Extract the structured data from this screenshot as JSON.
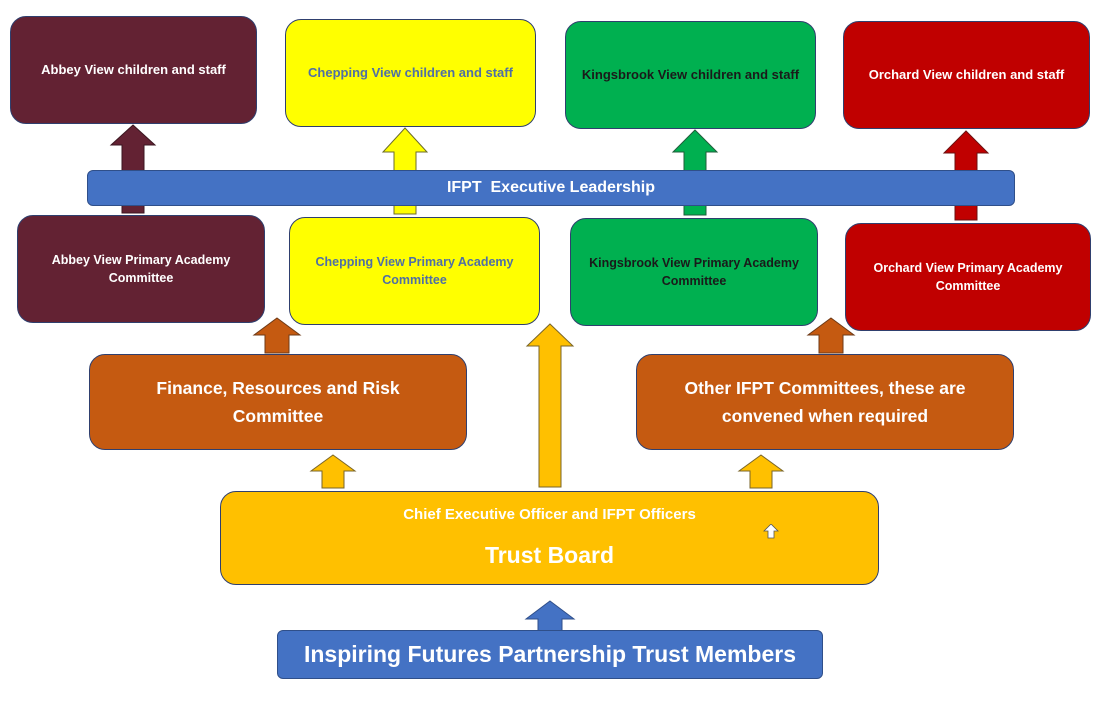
{
  "colors": {
    "abbey": "#632233",
    "chepping": "#ffff00",
    "kingsbrook": "#00b050",
    "orchard": "#c00000",
    "committee": "#c55a11",
    "trust_board": "#ffc000",
    "blue": "#4472c4",
    "chepping_text": "#4f6fa5"
  },
  "schools": {
    "abbey": {
      "staff": "Abbey View children and staff",
      "committee": "Abbey View Primary Academy Committee"
    },
    "chepping": {
      "staff": "Chepping View children and staff",
      "committee": "Chepping View Primary Academy Committee"
    },
    "kingsbrook": {
      "staff": "Kingsbrook View children and staff",
      "committee": "Kingsbrook View Primary Academy Committee"
    },
    "orchard": {
      "staff": "Orchard View children and staff",
      "committee": "Orchard View Primary Academy Committee"
    }
  },
  "executive_leadership": "IFPT  Executive Leadership",
  "committees": {
    "finance": "Finance, Resources and Risk Committee",
    "other": "Other IFPT Committees, these are convened when required"
  },
  "trust_board": {
    "officers": "Chief Executive Officer and IFPT Officers",
    "title": "Trust Board"
  },
  "members": "Inspiring Futures Partnership Trust Members"
}
